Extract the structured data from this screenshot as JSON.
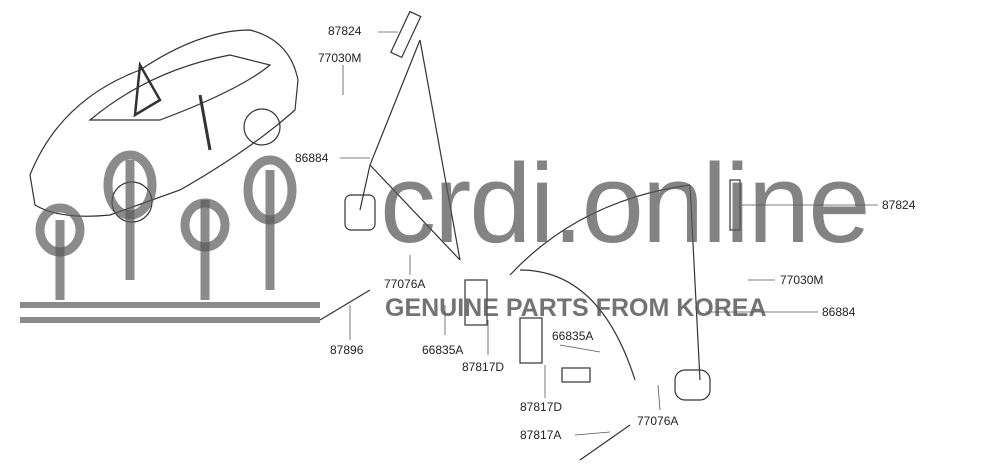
{
  "diagram": {
    "title": "Seat belt assembly parts diagram",
    "labels": [
      {
        "id": "l1",
        "text": "87824"
      },
      {
        "id": "l2",
        "text": "77030M"
      },
      {
        "id": "l3",
        "text": "86884"
      },
      {
        "id": "l4",
        "text": "77076A"
      },
      {
        "id": "l5",
        "text": "87896"
      },
      {
        "id": "l6",
        "text": "66835A"
      },
      {
        "id": "l7",
        "text": "87817D"
      },
      {
        "id": "l8",
        "text": "66835A"
      },
      {
        "id": "l9",
        "text": "87817D"
      },
      {
        "id": "l10",
        "text": "87817A"
      },
      {
        "id": "l11",
        "text": "77076A"
      },
      {
        "id": "l12",
        "text": "87824"
      },
      {
        "id": "l13",
        "text": "77030M"
      },
      {
        "id": "l14",
        "text": "86884"
      }
    ]
  },
  "watermark": {
    "main": "crdi.online",
    "sub": "GENUINE PARTS FROM KOREA"
  },
  "colors": {
    "line": "#333333",
    "watermark": "#5a5a5a"
  }
}
